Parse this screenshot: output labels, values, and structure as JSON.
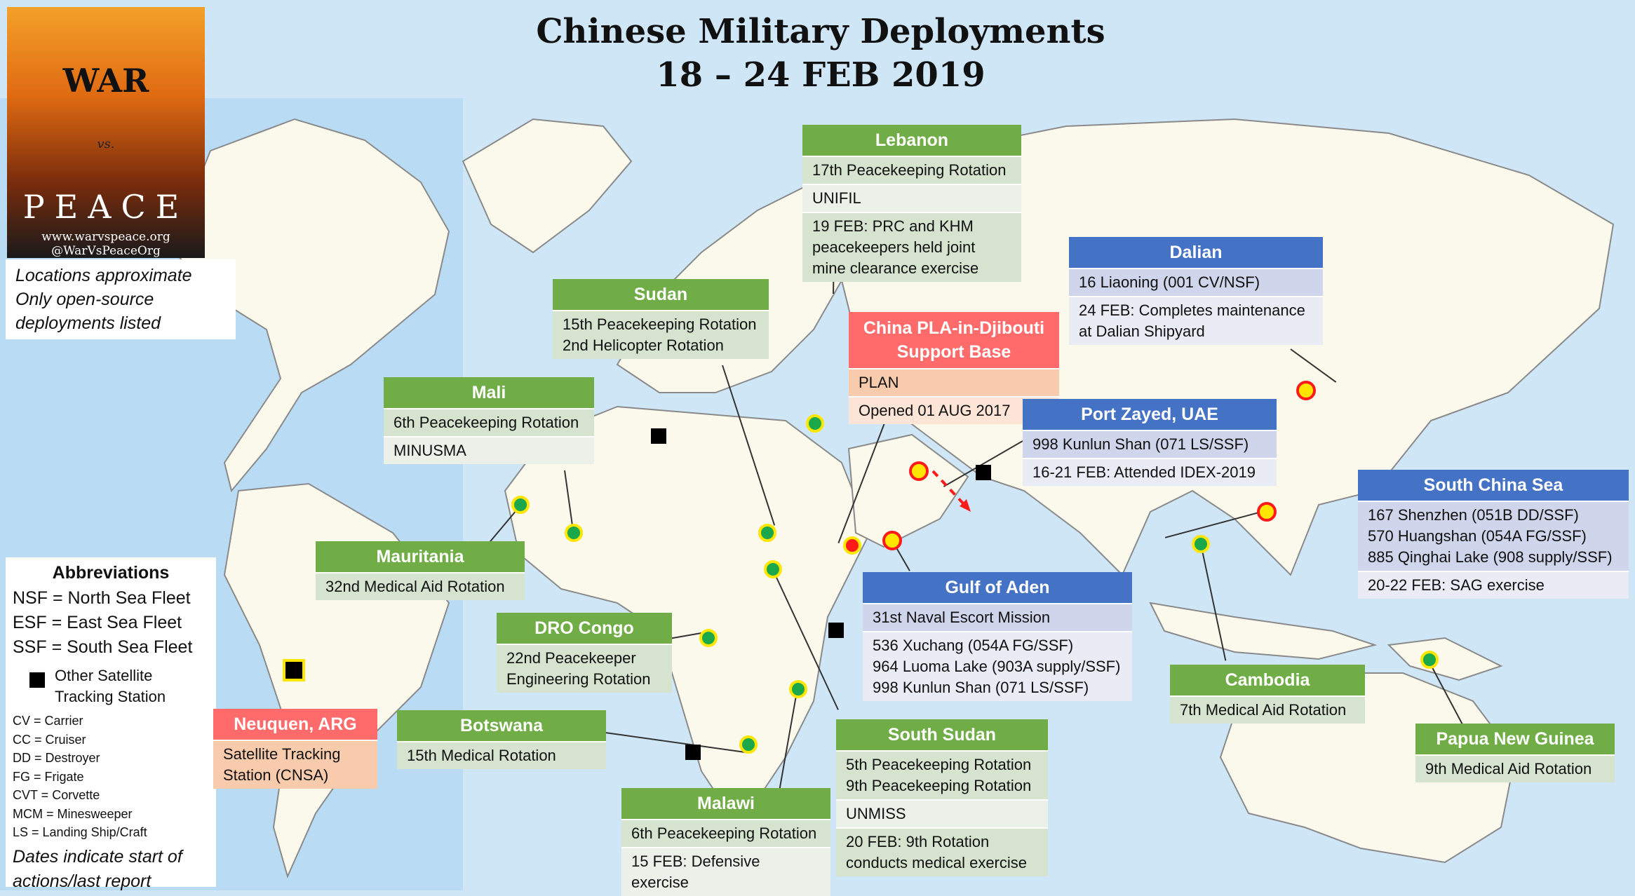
{
  "title": {
    "line1": "Chinese Military Deployments",
    "line2": "18 – 24 FEB 2019"
  },
  "logo": {
    "word1": "WAR",
    "vs": "vs.",
    "word2": "PEACE",
    "site": "www.warvspeace.org",
    "handle": "@WarVsPeaceOrg"
  },
  "notes": [
    "Locations approximate",
    "Only open-source",
    "deployments listed"
  ],
  "abbreviations": {
    "heading": "Abbreviations",
    "fleets": [
      "NSF = North Sea Fleet",
      "ESF = East Sea Fleet",
      "SSF = South Sea Fleet"
    ],
    "satellite_label": "Other Satellite Tracking Station",
    "ship_types": [
      "CV = Carrier",
      "CC = Cruiser",
      "DD = Destroyer",
      "FG = Frigate",
      "CVT = Corvette",
      "MCM = Minesweeper",
      "LS = Landing Ship/Craft"
    ],
    "dates_note": "Dates indicate start of actions/last report"
  },
  "colors": {
    "green_header": "#70ad47",
    "blue_header": "#4472c4",
    "red_header": "#ff6b6b",
    "marker_green": "#1aa84a",
    "marker_yellow": "#ffe600",
    "marker_red": "#ff1a1a",
    "ocean": "#cfe6f7",
    "land": "#fbf8ec"
  },
  "boxes": {
    "lebanon": {
      "title": "Lebanon",
      "rows": [
        "17th Peacekeeping Rotation",
        "UNIFIL",
        "19 FEB: PRC and KHM peacekeepers held joint mine clearance exercise"
      ]
    },
    "sudan": {
      "title": "Sudan",
      "rows": [
        "15th Peacekeeping Rotation\n2nd Helicopter Rotation"
      ]
    },
    "mali": {
      "title": "Mali",
      "rows": [
        "6th Peacekeeping Rotation",
        "MINUSMA"
      ]
    },
    "djibouti": {
      "title": "China PLA-in-Djibouti Support Base",
      "rows": [
        "PLAN",
        "Opened 01 AUG 2017"
      ]
    },
    "dalian": {
      "title": "Dalian",
      "rows": [
        "16 Liaoning (001 CV/NSF)",
        "24 FEB: Completes maintenance at Dalian Shipyard"
      ]
    },
    "uae": {
      "title": "Port Zayed, UAE",
      "rows": [
        "998 Kunlun Shan (071 LS/SSF)",
        "16-21 FEB: Attended IDEX-2019"
      ]
    },
    "scs": {
      "title": "South China Sea",
      "rows": [
        "167 Shenzhen (051B DD/SSF)\n570 Huangshan (054A FG/SSF)\n885 Qinghai Lake (908 supply/SSF)",
        "20-22 FEB: SAG exercise"
      ]
    },
    "mauritania": {
      "title": "Mauritania",
      "rows": [
        "32nd Medical Aid Rotation"
      ]
    },
    "gulf_aden": {
      "title": "Gulf of Aden",
      "rows": [
        "31st Naval Escort Mission",
        "536 Xuchang (054A FG/SSF)\n964 Luoma Lake (903A supply/SSF)\n998 Kunlun Shan (071 LS/SSF)"
      ]
    },
    "drc": {
      "title": "DRO Congo",
      "rows": [
        "22nd Peacekeeper Engineering Rotation"
      ]
    },
    "cambodia": {
      "title": "Cambodia",
      "rows": [
        "7th Medical Aid Rotation"
      ]
    },
    "neuquen": {
      "title": "Neuquen, ARG",
      "rows": [
        "Satellite Tracking Station (CNSA)"
      ]
    },
    "botswana": {
      "title": "Botswana",
      "rows": [
        "15th Medical Rotation"
      ]
    },
    "south_sudan": {
      "title": "South Sudan",
      "rows": [
        "5th Peacekeeping Rotation\n9th Peacekeeping Rotation",
        "UNMISS",
        "20 FEB: 9th Rotation conducts medical exercise"
      ]
    },
    "png": {
      "title": "Papua New Guinea",
      "rows": [
        "9th Medical Aid Rotation"
      ]
    },
    "malawi": {
      "title": "Malawi",
      "rows": [
        "6th Peacekeeping Rotation",
        "15 FEB: Defensive exercise"
      ]
    }
  }
}
